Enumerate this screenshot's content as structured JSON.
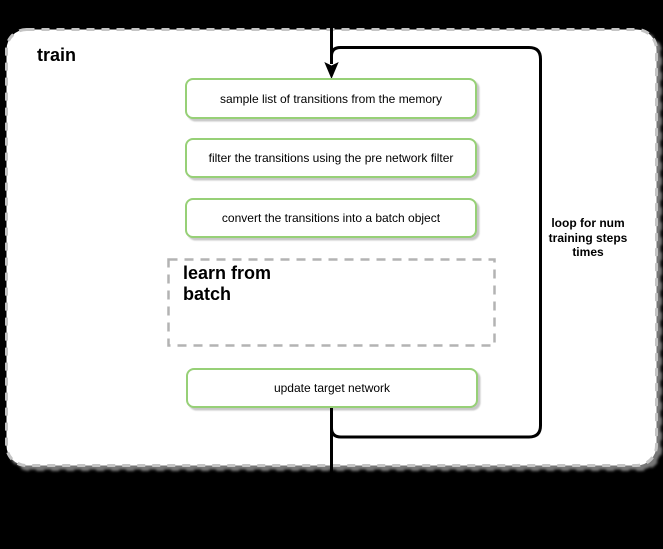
{
  "diagram": {
    "title": "train",
    "nodes": [
      {
        "id": "sample",
        "type": "action",
        "label": "sample list of transitions from the memory"
      },
      {
        "id": "filter",
        "type": "action",
        "label": "filter the transitions using the pre network filter"
      },
      {
        "id": "convert",
        "type": "action",
        "label": "convert the transitions into a batch object"
      },
      {
        "id": "learn",
        "type": "dashed-group",
        "label": "learn from batch",
        "lines": [
          "learn from",
          "batch"
        ]
      },
      {
        "id": "update",
        "type": "action",
        "label": "update target network"
      }
    ],
    "loop_annotation": {
      "text": "loop for num training steps times",
      "lines": [
        "loop for num",
        "training steps",
        "times"
      ]
    },
    "colors": {
      "background": "#000000",
      "container_fill": "#ffffff",
      "container_border": "#c4c4c4",
      "node_fill": "#ffffff",
      "node_border": "#97d077",
      "dashed_node_border": "#b3b3b3",
      "line": "#000000"
    }
  }
}
